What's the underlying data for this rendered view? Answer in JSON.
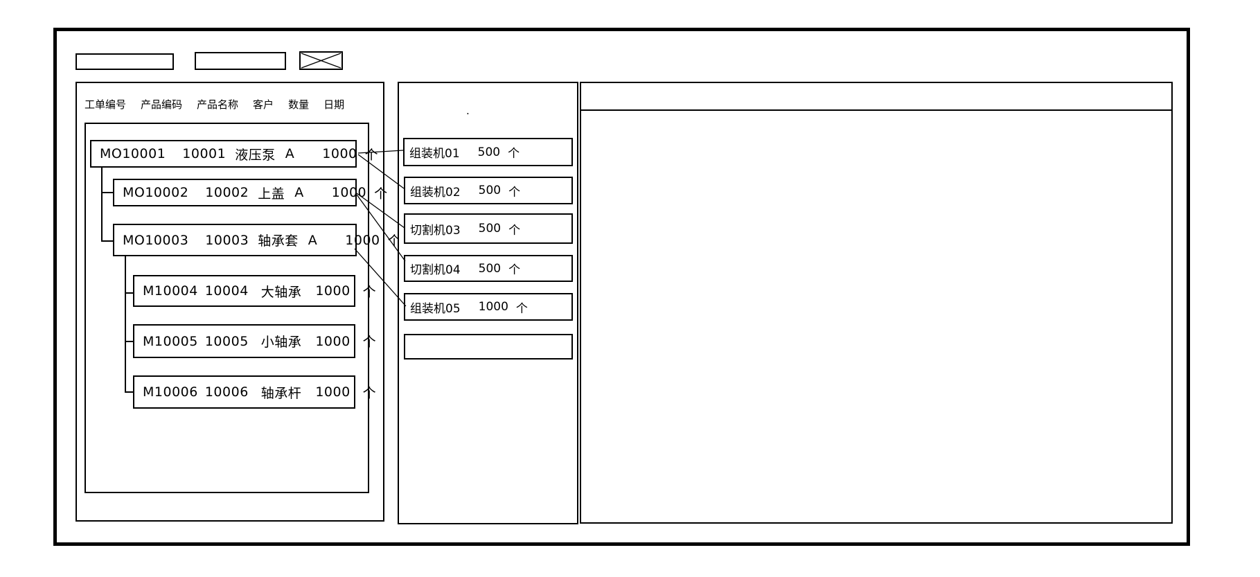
{
  "colors": {
    "line": "#000000",
    "background": "#ffffff",
    "text": "#000000"
  },
  "toolbar": {
    "field1_value": "",
    "field2_value": "",
    "image_placeholder_icon": "x-crossed-box-icon"
  },
  "left_panel": {
    "header": [
      "工单编号",
      "产品编码",
      "产品名称",
      "客户",
      "数量",
      "日期"
    ],
    "orders": [
      {
        "order_no": "MO10001",
        "product_code": "10001",
        "product_name": "液压泵",
        "customer": "A",
        "qty": "1000",
        "unit": "个"
      },
      {
        "order_no": "MO10002",
        "product_code": "10002",
        "product_name": "上盖",
        "customer": "A",
        "qty": "1000",
        "unit": "个"
      },
      {
        "order_no": "MO10003",
        "product_code": "10003",
        "product_name": "轴承套",
        "customer": "A",
        "qty": "1000",
        "unit": "个"
      },
      {
        "order_no": "M10004",
        "product_code": "10004",
        "product_name": "大轴承",
        "qty": "1000",
        "unit": "个"
      },
      {
        "order_no": "M10005",
        "product_code": "10005",
        "product_name": "小轴承",
        "qty": "1000",
        "unit": "个"
      },
      {
        "order_no": "M10006",
        "product_code": "10006",
        "product_name": "轴承杆",
        "qty": "1000",
        "unit": "个"
      }
    ]
  },
  "middle_panel": {
    "stray_mark": ".",
    "machines": [
      {
        "name": "组装机01",
        "qty": "500",
        "unit": "个"
      },
      {
        "name": "组装机02",
        "qty": "500",
        "unit": "个"
      },
      {
        "name": "切割机03",
        "qty": "500",
        "unit": "个"
      },
      {
        "name": "切割机04",
        "qty": "500",
        "unit": "个"
      },
      {
        "name": "组装机05",
        "qty": "1000",
        "unit": "个"
      },
      {
        "name": "",
        "qty": "",
        "unit": ""
      }
    ]
  },
  "right_panel": {
    "content": ""
  }
}
